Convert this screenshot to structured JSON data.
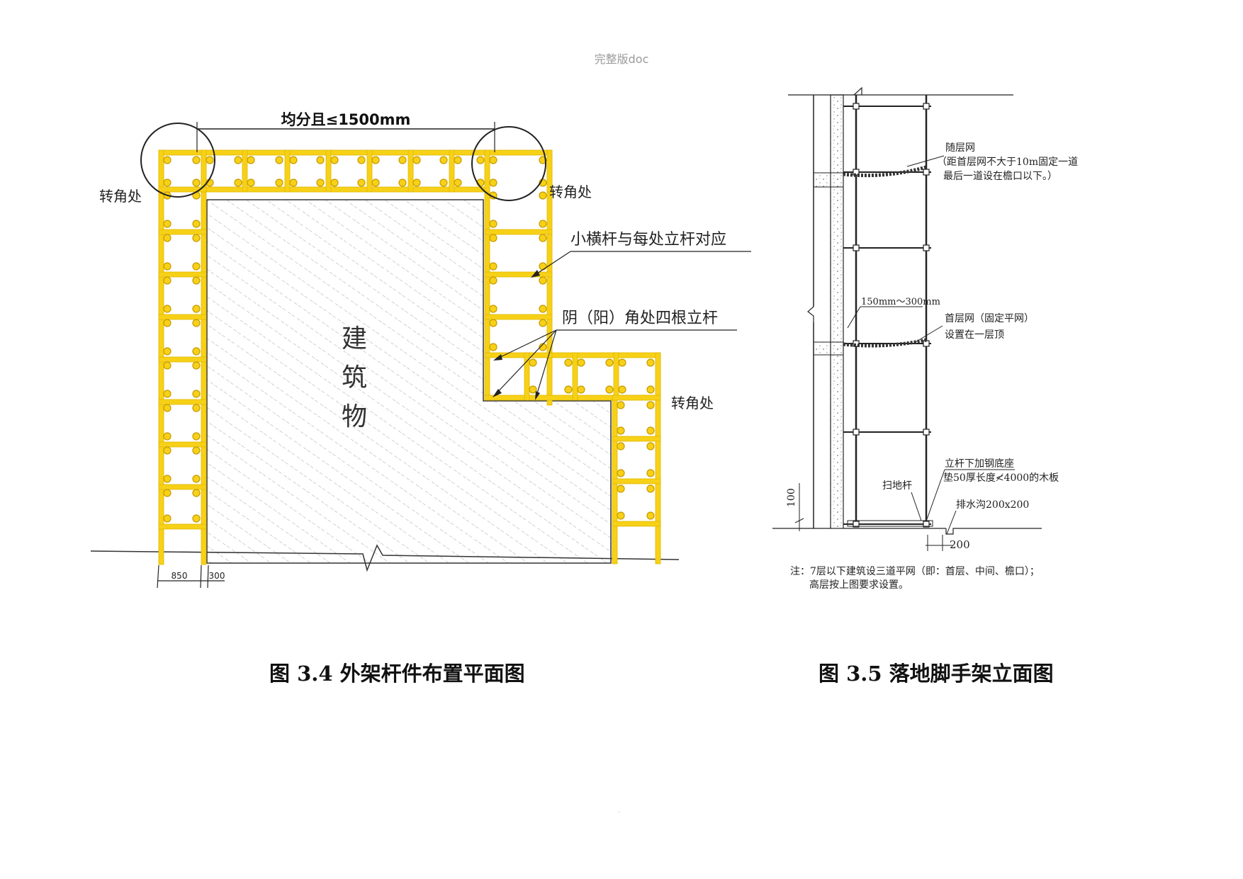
{
  "header": "完整版doc",
  "footer_dot": ".",
  "colors": {
    "scaffold": "#F7D117",
    "scaffold_edge": "#E0B800",
    "line": "#222222",
    "hatch": "#9aa6b2",
    "wall_fill": "#f2f2f2"
  },
  "plan": {
    "span_label": "均分且≤1500mm",
    "corner_tl": "转角处",
    "corner_tr": "转角处",
    "corner_br": "转角处",
    "ledger_note": "小横杆与每处立杆对应",
    "inner_corner_note": "阴（阳）角处四根立杆",
    "building_chars": [
      "建",
      "筑",
      "物"
    ],
    "dim_850": "850",
    "dim_300": "300"
  },
  "elevation": {
    "net_floor": "随层网",
    "net_floor_note1": "（距首层网不大于10m固定一道",
    "net_floor_note2": "最后一道设在檐口以下。）",
    "gap": "150mm～300mm",
    "net_first": "首层网（固定平网）",
    "net_first_note": "设置在一层顶",
    "base_note1": "立杆下加钢底座",
    "base_note2": "垫50厚长度≮4000的木板",
    "sweep_bar": "扫地杆",
    "drain": "排水沟200x200",
    "dim_100": "100",
    "dim_200": "200",
    "note1": "注：7层以下建筑设三道平网（即：首层、中间、檐口）；",
    "note2": "高层按上图要求设置。"
  },
  "captions": {
    "fig34": "图 3.4 外架杆件布置平面图",
    "fig35": "图 3.5 落地脚手架立面图"
  }
}
